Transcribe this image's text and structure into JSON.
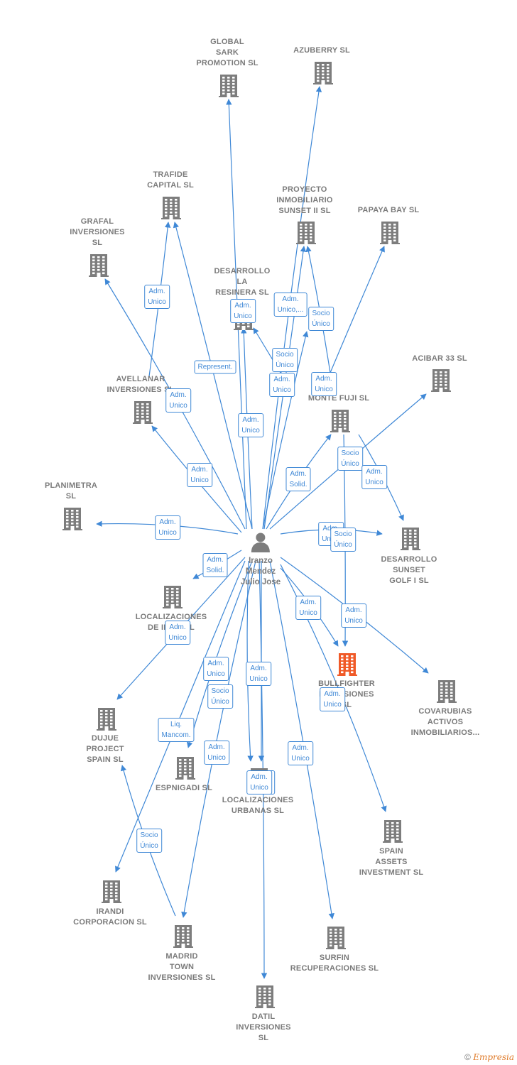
{
  "colors": {
    "edge": "#3f88d6",
    "company": "#7d7d7d",
    "highlight": "#f05a28",
    "text": "#7a7a7a"
  },
  "center": {
    "label": "Iranzo\nMendez\nJulio Jose",
    "icon": "person-icon"
  },
  "nodes": [
    {
      "id": "global_sark",
      "label": "GLOBAL\nSARK\nPROMOTION SL"
    },
    {
      "id": "azuberry",
      "label": "AZUBERRY  SL"
    },
    {
      "id": "trafide",
      "label": "TRAFIDE\nCAPITAL  SL"
    },
    {
      "id": "proyecto",
      "label": "PROYECTO\nINMOBILIARIO\nSUNSET II  SL"
    },
    {
      "id": "papaya",
      "label": "PAPAYA BAY SL"
    },
    {
      "id": "grafal",
      "label": "GRAFAL\nINVERSIONES\nSL"
    },
    {
      "id": "resinera",
      "label": "DESARROLLO\nLA\nRESINERA  SL"
    },
    {
      "id": "acibar",
      "label": "ACIBAR 33  SL"
    },
    {
      "id": "avellanar",
      "label": "AVELLANAR\nINVERSIONES SL"
    },
    {
      "id": "montefuji",
      "label": "MONTE FUJI SL"
    },
    {
      "id": "planimetra",
      "label": "PLANIMETRA\nSL"
    },
    {
      "id": "sunset1",
      "label": "DESARROLLO\nSUNSET\nGOLF I  SL"
    },
    {
      "id": "localiz_ib",
      "label": "LOCALIZACIONES\nDE IBIZA SL"
    },
    {
      "id": "bullfighter",
      "label": "BULLFIGHTER\nINVERSIONES\nSL"
    },
    {
      "id": "covarubias",
      "label": "COVARUBIAS\nACTIVOS\nINMOBILIARIOS..."
    },
    {
      "id": "dujue",
      "label": "DUJUE\nPROJECT\nSPAIN  SL"
    },
    {
      "id": "espnigadi",
      "label": "ESPNIGADI  SL"
    },
    {
      "id": "localiz_urb",
      "label": "LOCALIZACIONES\nURBANAS SL"
    },
    {
      "id": "spain_assets",
      "label": "SPAIN\nASSETS\nINVESTMENT SL"
    },
    {
      "id": "irandi",
      "label": "IRANDI\nCORPORACION SL"
    },
    {
      "id": "madrid_town",
      "label": "MADRID\nTOWN\nINVERSIONES SL"
    },
    {
      "id": "surfin",
      "label": "SURFIN\nRECUPERACIONES SL"
    },
    {
      "id": "datil",
      "label": "DATIL\nINVERSIONES\nSL"
    }
  ],
  "edge_labels": [
    {
      "text": "Adm.\nUnico"
    },
    {
      "text": "Represent."
    },
    {
      "text": "Adm.\nUnico"
    },
    {
      "text": "Adm.\nUnico,..."
    },
    {
      "text": "Socio\nÚnico"
    },
    {
      "text": "Socio\nÚnico"
    },
    {
      "text": "Adm.\nUnico"
    },
    {
      "text": "Adm.\nUnico"
    },
    {
      "text": "Adm.\nUnico"
    },
    {
      "text": "Adm.\nUnico"
    },
    {
      "text": "Adm.\nUnico"
    },
    {
      "text": "Adm.\nSolid."
    },
    {
      "text": "Socio\nÚnico"
    },
    {
      "text": "Adm.\nUnico"
    },
    {
      "text": "Adm.\nUnico"
    },
    {
      "text": "Adm.\nUnico"
    },
    {
      "text": "Socio\nÚnico"
    },
    {
      "text": "Adm.\nSolid."
    },
    {
      "text": "Adm.\nUnico"
    },
    {
      "text": "Adm.\nUnico"
    },
    {
      "text": "Adm.\nUnico"
    },
    {
      "text": "Adm.\nUnico"
    },
    {
      "text": "Socio\nÚnico"
    },
    {
      "text": "Adm.\nUnico"
    },
    {
      "text": "Liq.\nMancom."
    },
    {
      "text": "Adm.\nUnico"
    },
    {
      "text": "Adm.\nUnico"
    },
    {
      "text": "Adm.\nUnico"
    },
    {
      "text": "Adm.\nUnico"
    },
    {
      "text": "Socio\nÚnico"
    },
    {
      "text": "Adm.\nUnico"
    }
  ],
  "footer": {
    "copyright": "©",
    "brand": "Empresia"
  }
}
